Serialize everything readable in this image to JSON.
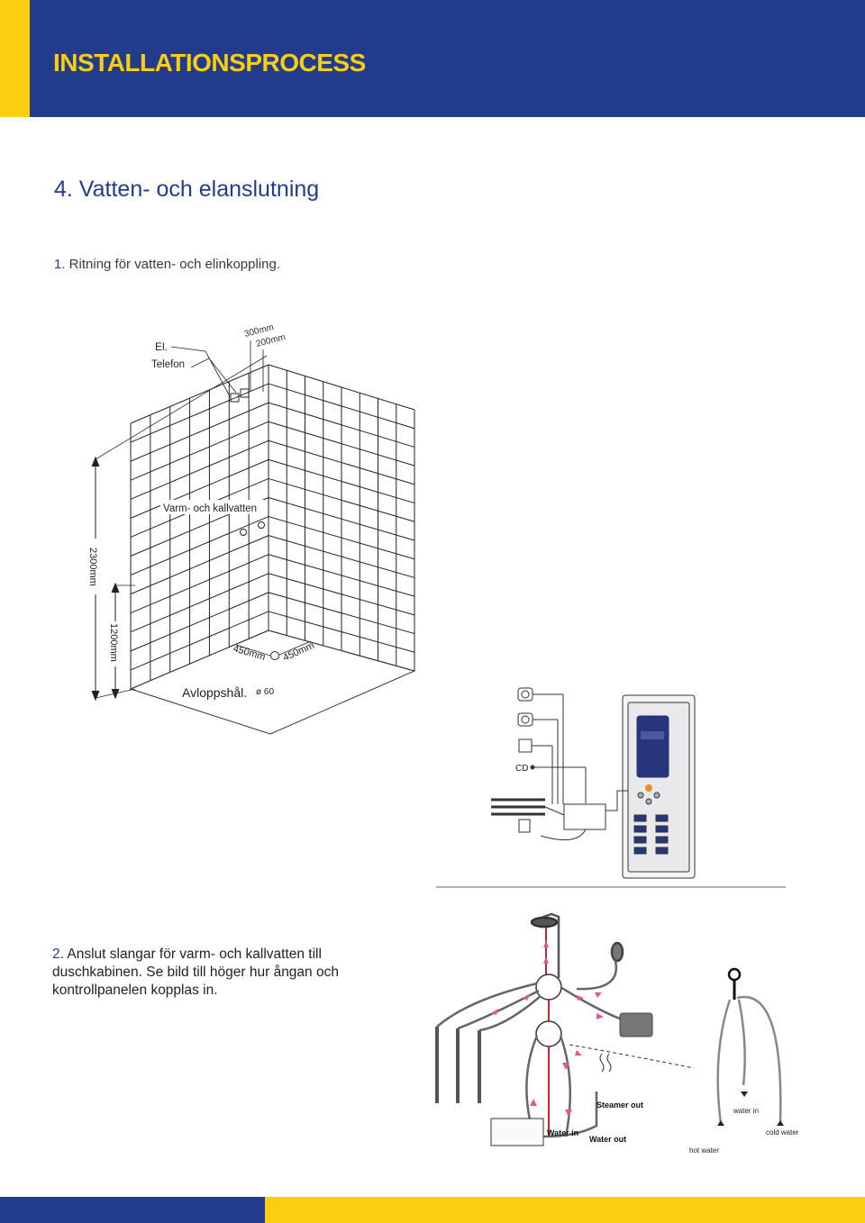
{
  "header": {
    "title": "INSTALLATIONSPROCESS"
  },
  "section": {
    "heading": "4. Vatten- och elanslutning"
  },
  "step1": {
    "number": "1.",
    "text": " Ritning för vatten- och elinkoppling."
  },
  "wall_diagram": {
    "label_el": "El.",
    "label_phone": "Telefon",
    "dim_300": "300mm",
    "dim_200": "200mm",
    "label_water": "Varm- och kallvatten",
    "dim_2300": "2300mm",
    "dim_1200": "1200mm",
    "dim_450_left": "450mm",
    "dim_450_right": "450mm",
    "label_drain": "Avloppshål.",
    "drain_diameter": "ø 60"
  },
  "panel_diagram": {
    "label_cd": "CD"
  },
  "step2": {
    "number": "2.",
    "text": " Anslut slangar för varm- och kallvatten till duschkabinen. Se bild till höger hur ångan och kontrollpanelen kopplas in."
  },
  "plumbing_diagram": {
    "steamer_out": "Steamer out",
    "water_in": "Water in",
    "water_out": "Water out",
    "water_in_small": "water in",
    "cold_water": "cold water",
    "hot_water": "hot water"
  },
  "colors": {
    "navy": "#233b8c",
    "yellow": "#f9cf0f",
    "pink": "#e0559b",
    "red": "#c0282d"
  }
}
